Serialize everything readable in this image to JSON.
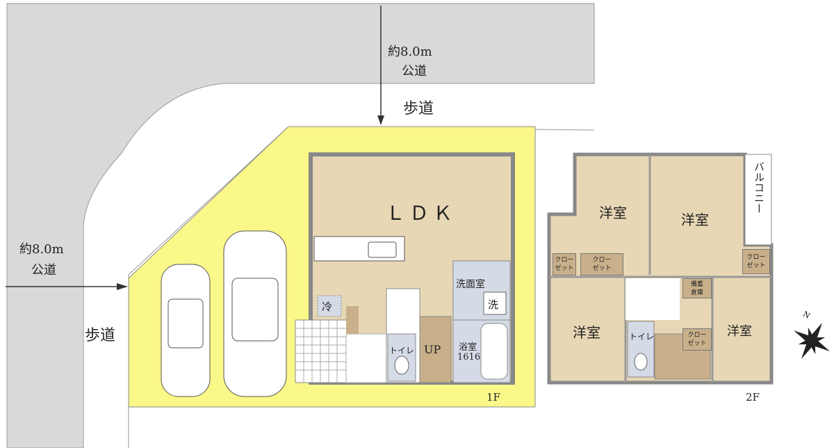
{
  "road_top": {
    "width": "約8.0m",
    "type": "公道",
    "sidewalk": "歩道"
  },
  "road_left": {
    "width": "約8.0m",
    "type": "公道",
    "sidewalk": "歩道"
  },
  "floor1": {
    "label": "1F",
    "rooms": {
      "ldk": "ＬＤＫ",
      "fridge": "冷",
      "washroom": "洗面室",
      "washer": "洗",
      "toilet": "トイレ",
      "stairs": "UP",
      "bath": "浴室",
      "bath_size": "1616"
    }
  },
  "floor2": {
    "label": "2F",
    "rooms": {
      "western": "洋室",
      "balcony": "バルコニー",
      "closet_1": "クロー",
      "closet_2": "ゼット",
      "storage_1": "備蓄",
      "storage_2": "倉庫",
      "toilet": "トイレ"
    }
  },
  "colors": {
    "lot": "#fbf88a",
    "road": "#d9d9d9",
    "room": "#e8d7b5",
    "wet": "#d4dae6",
    "closet": "#c9b08a"
  }
}
